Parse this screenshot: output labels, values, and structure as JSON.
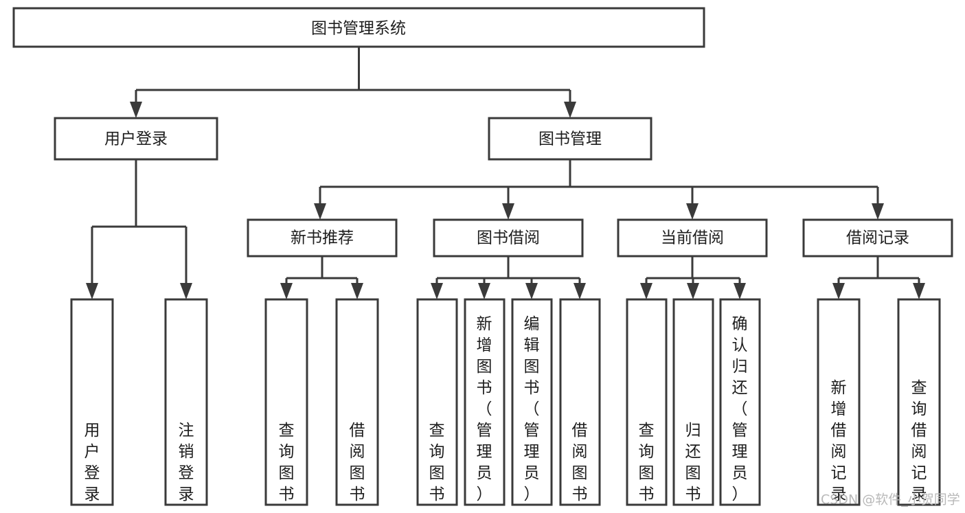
{
  "diagram": {
    "title": "图书管理系统",
    "type": "tree-hierarchy",
    "orientation": "top-down",
    "colors": {
      "box_stroke": "#3a3a3a",
      "box_fill": "#ffffff",
      "connector": "#3a3a3a",
      "text": "#1d1d1d",
      "watermark": "#b9b9b9",
      "background": "#ffffff"
    },
    "root": {
      "id": "root",
      "label": "图书管理系统",
      "orientation": "horizontal"
    },
    "level2": [
      {
        "id": "user-login",
        "label": "用户登录",
        "orientation": "horizontal"
      },
      {
        "id": "book-management",
        "label": "图书管理",
        "orientation": "horizontal"
      }
    ],
    "level3": [
      {
        "id": "new-book-recommend",
        "label": "新书推荐",
        "orientation": "horizontal",
        "parent": "book-management"
      },
      {
        "id": "book-borrow",
        "label": "图书借阅",
        "orientation": "horizontal",
        "parent": "book-management"
      },
      {
        "id": "current-borrow",
        "label": "当前借阅",
        "orientation": "horizontal",
        "parent": "book-management"
      },
      {
        "id": "borrow-record",
        "label": "借阅记录",
        "orientation": "horizontal",
        "parent": "book-management"
      }
    ],
    "leaves": [
      {
        "id": "leaf-user-login",
        "label": "用户登录",
        "orientation": "vertical",
        "parent": "user-login"
      },
      {
        "id": "leaf-logout",
        "label": "注销登录",
        "orientation": "vertical",
        "parent": "user-login"
      },
      {
        "id": "leaf-query-book-1",
        "label": "查询图书",
        "orientation": "vertical",
        "parent": "new-book-recommend"
      },
      {
        "id": "leaf-borrow-book-1",
        "label": "借阅图书",
        "orientation": "vertical",
        "parent": "new-book-recommend"
      },
      {
        "id": "leaf-query-book-2",
        "label": "查询图书",
        "orientation": "vertical",
        "parent": "book-borrow"
      },
      {
        "id": "leaf-add-book",
        "label": "新增图书（管理员）",
        "orientation": "vertical",
        "parent": "book-borrow"
      },
      {
        "id": "leaf-edit-book",
        "label": "编辑图书（管理员）",
        "orientation": "vertical",
        "parent": "book-borrow"
      },
      {
        "id": "leaf-borrow-book-2",
        "label": "借阅图书",
        "orientation": "vertical",
        "parent": "book-borrow"
      },
      {
        "id": "leaf-query-book-3",
        "label": "查询图书",
        "orientation": "vertical",
        "parent": "current-borrow"
      },
      {
        "id": "leaf-return-book",
        "label": "归还图书",
        "orientation": "vertical",
        "parent": "current-borrow"
      },
      {
        "id": "leaf-confirm-return",
        "label": "确认归还（管理员）",
        "orientation": "vertical",
        "parent": "current-borrow"
      },
      {
        "id": "leaf-add-record",
        "label": "新增借阅记录",
        "orientation": "vertical",
        "parent": "borrow-record"
      },
      {
        "id": "leaf-query-record",
        "label": "查询借阅记录",
        "orientation": "vertical",
        "parent": "borrow-record"
      }
    ]
  },
  "watermark": {
    "text": "CSDN @软件_小贺同学"
  }
}
